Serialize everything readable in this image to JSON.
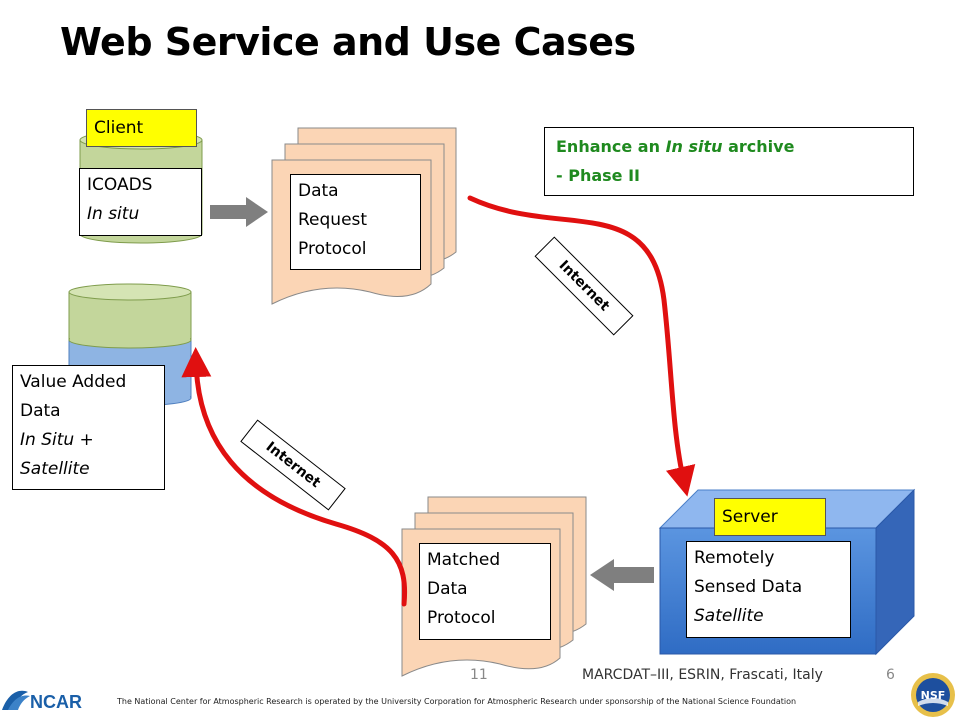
{
  "title": "Web Service and Use Cases",
  "client": {
    "tag": "Client",
    "line1": "ICOADS",
    "line2": "In situ"
  },
  "request": {
    "line1": "Data",
    "line2": "Request",
    "line3": "Protocol"
  },
  "enhance": {
    "line1_pre": "Enhance an ",
    "line1_italic": "In situ",
    "line1_post": " archive",
    "line2": "- Phase II"
  },
  "internet_top": "Internet",
  "internet_bottom": "Internet",
  "value_added": {
    "line1": "Value Added",
    "line2": "Data",
    "line3": "In Situ +",
    "line4": "Satellite"
  },
  "server": {
    "tag": "Server",
    "line1": "Remotely",
    "line2": "Sensed Data",
    "line3": "Satellite"
  },
  "matched": {
    "line1": "Matched",
    "line2": "Data",
    "line3": "Protocol"
  },
  "footer": {
    "date_fragment": "11",
    "conference": "MARCDAT–III, ESRIN, Frascati,  Italy",
    "page_number": "6",
    "ncar_logo": "NCAR",
    "nsf_logo": "NSF",
    "disclaimer": "The National Center for Atmospheric Research is operated by the University Corporation for Atmospheric Research under sponsorship of the National Science Foundation"
  },
  "colors": {
    "document_fill": "#fbd5b5",
    "cylinder_green": "#c3d69b",
    "cylinder_blue": "#8eb4e3",
    "server_blue": "#4a86d8",
    "arrow_red": "#e01010",
    "arrow_gray": "#7f7f7f",
    "tag_yellow": "#ffff00",
    "green_text": "#1f8a1f"
  }
}
